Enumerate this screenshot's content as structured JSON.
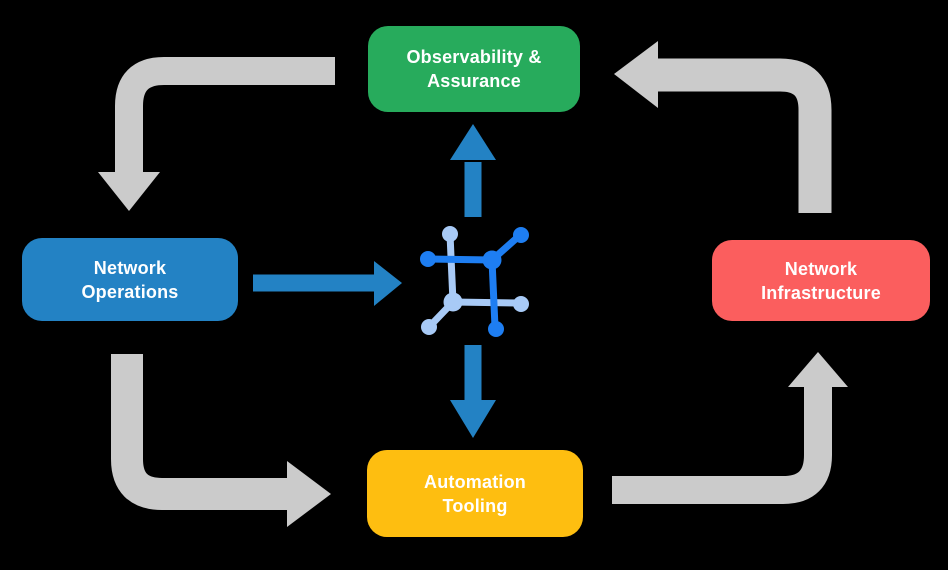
{
  "diagram": {
    "background_color": "#000000",
    "text_color": "#FFFFFF",
    "nodes": {
      "observability": {
        "line1": "Observability &",
        "line2": "Assurance",
        "color": "#27AB5C"
      },
      "operations": {
        "line1": "Network",
        "line2": "Operations",
        "color": "#2382C4"
      },
      "infrastructure": {
        "line1": "Network",
        "line2": "Infrastructure",
        "color": "#FB5E5E"
      },
      "automation": {
        "line1": "Automation",
        "line2": "Tooling",
        "color": "#FEBE10"
      }
    },
    "center_icon": {
      "name": "network-mesh-icon",
      "dark_color": "#1E7EF2",
      "light_color": "#A8CAF6"
    },
    "arrows": {
      "cycle_color": "#CBCBCB",
      "core_color": "#2382C4",
      "cycle": [
        {
          "from": "observability",
          "to": "operations"
        },
        {
          "from": "operations",
          "to": "automation"
        },
        {
          "from": "automation",
          "to": "infrastructure"
        },
        {
          "from": "infrastructure",
          "to": "observability"
        }
      ],
      "core": [
        {
          "from": "operations",
          "to": "center-icon"
        },
        {
          "from": "center-icon",
          "to": "observability"
        },
        {
          "from": "center-icon",
          "to": "automation"
        }
      ]
    }
  }
}
